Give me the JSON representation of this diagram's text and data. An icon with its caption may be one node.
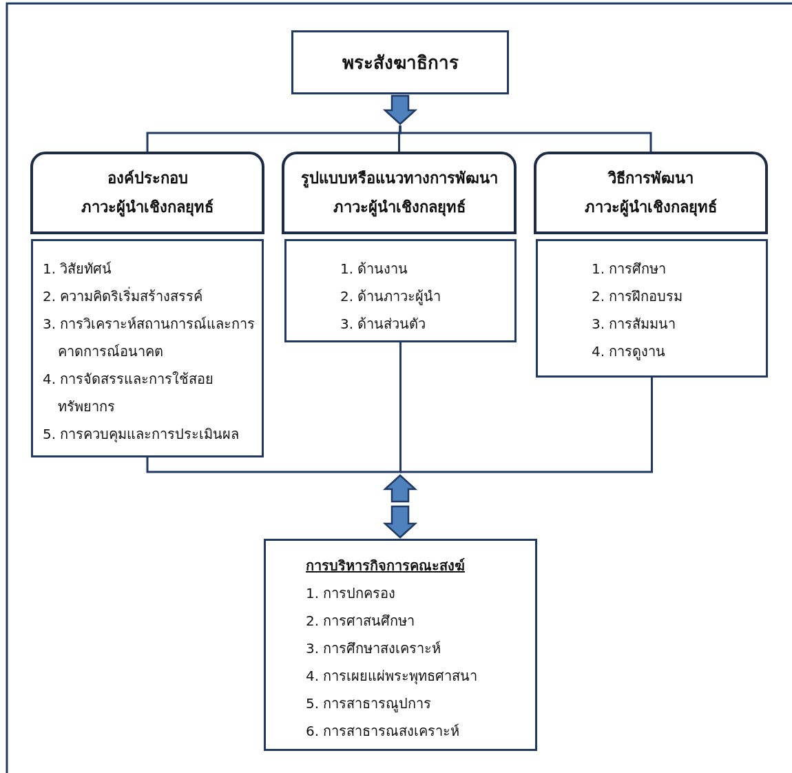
{
  "diagram": {
    "nodes": [
      {
        "text": [
          "พระสังฆาธิการ"
        ]
      },
      {
        "text": [
          "องค์ประกอบ",
          "ภาวะผู้นำเชิงกลยุทธ์"
        ]
      },
      {
        "text": [
          "รูปแบบหรือแนวทางการพัฒนา",
          "ภาวะผู้นำเชิงกลยุทธ์"
        ]
      },
      {
        "text": [
          "วิธีการพัฒนา",
          "ภาวะผู้นำเชิงกลยุทธ์"
        ]
      },
      {
        "text": [
          "1. วิสัยทัศน์",
          "2. ความคิดริเริ่มสร้างสรรค์",
          "3. การวิเคราะห์สถานการณ์และการคาดการณ์อนาคต",
          "4. การจัดสรรและการใช้สอยทรัพยากร",
          "5. การควบคุมและการประเมินผล"
        ]
      },
      {
        "text": [
          "1. ด้านงาน",
          "2. ด้านภาวะผู้นำ",
          "3. ด้านส่วนตัว"
        ]
      },
      {
        "text": [
          "1. การศึกษา",
          "2. การฝึกอบรม",
          "3. การสัมมนา",
          "4. การดูงาน"
        ]
      },
      {
        "text": [
          "การบริหารกิจการคณะสงฆ์",
          "1. การปกครอง",
          "2. การศาสนศึกษา",
          "3. การศึกษาสงเคราะห์",
          "4. การเผยแผ่พระพุทธศาสนา",
          "5. การสาธารณูปการ",
          "6. การสาธารณสงเคราะห์"
        ]
      }
    ],
    "edges": [
      {
        "from": 0,
        "to": null,
        "arrow": "to"
      },
      {
        "from": null,
        "to": 1,
        "arrow": "none"
      },
      {
        "from": null,
        "to": 2,
        "arrow": "none"
      },
      {
        "from": null,
        "to": 3,
        "arrow": "none"
      },
      {
        "from": 4,
        "to": null,
        "arrow": "none"
      },
      {
        "from": 5,
        "to": null,
        "arrow": "none"
      },
      {
        "from": 6,
        "to": null,
        "arrow": "none"
      },
      {
        "from": null,
        "to": 7,
        "arrow": "to"
      }
    ]
  }
}
